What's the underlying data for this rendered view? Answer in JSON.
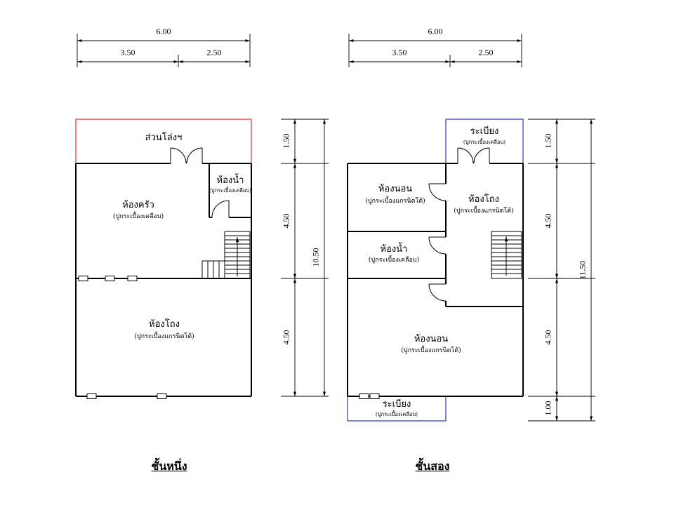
{
  "floor1": {
    "title": "ชั้นหนึ่ง",
    "dims": {
      "w_total": "6.00",
      "w_left": "3.50",
      "w_right": "2.50",
      "h_top": "1.50",
      "h_mid": "4.50",
      "h_low": "4.50",
      "h_total": "10.50"
    },
    "rooms": {
      "open_area": {
        "name": "ส่วนโล่งฯ"
      },
      "kitchen": {
        "name": "ห้องครัว",
        "finish": "(ปูกระเบื้องเคลือบ)"
      },
      "bathroom": {
        "name": "ห้องน้ำ",
        "finish": "(ปูกระเบื้องเคลือบ)"
      },
      "hall": {
        "name": "ห้องโถง",
        "finish": "(ปูกระเบื้องแกรนิตโต้)"
      }
    }
  },
  "floor2": {
    "title": "ชั้นสอง",
    "dims": {
      "w_total": "6.00",
      "w_left": "3.50",
      "w_right": "2.50",
      "h_top": "1.50",
      "h_mid": "4.50",
      "h_low": "4.50",
      "h_balcony": "1.00",
      "h_total": "11.50"
    },
    "rooms": {
      "balcony_top": {
        "name": "ระเบียง",
        "finish": "(ปูกระเบื้องเคลือบ)"
      },
      "bedroom_top": {
        "name": "ห้องนอน",
        "finish": "(ปูกระเบื้องแกรนิตโต้)"
      },
      "hall": {
        "name": "ห้องโถง",
        "finish": "(ปูกระเบื้องแกรนิตโต้)"
      },
      "bathroom": {
        "name": "ห้องน้ำ",
        "finish": "(ปูกระเบื้องเคลือบ)"
      },
      "bedroom_bottom": {
        "name": "ห้องนอน",
        "finish": "(ปูกระเบื้องแกรนิตโต้)"
      },
      "balcony_bottom": {
        "name": "ระเบียง",
        "finish": "(ปูกระเบื้องเคลือบ)"
      }
    }
  },
  "colors": {
    "background": "#ffffff",
    "wall": "#000000",
    "dimension": "#000000",
    "open_area_outline": "#e03030",
    "balcony_outline": "#3535cf"
  }
}
